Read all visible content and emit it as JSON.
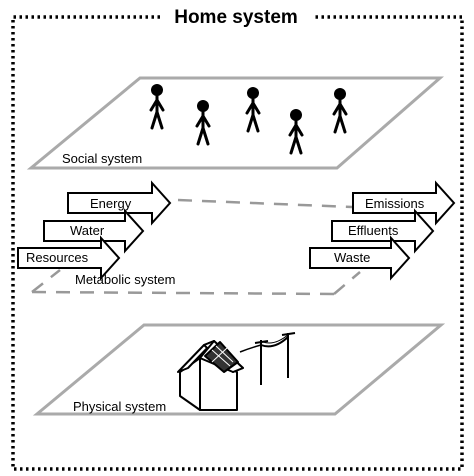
{
  "title": "Home system",
  "layers": {
    "social": {
      "label": "Social system"
    },
    "metabolic": {
      "label": "Metabolic system"
    },
    "physical": {
      "label": "Physical system"
    }
  },
  "inputs": [
    {
      "label": "Energy"
    },
    {
      "label": "Water"
    },
    {
      "label": "Resources"
    }
  ],
  "outputs": [
    {
      "label": "Emissions"
    },
    {
      "label": "Effluents"
    },
    {
      "label": "Waste"
    }
  ],
  "icons": {
    "people": "person-icon",
    "house": "house-with-solar-panel-icon",
    "power": "power-pole-icon"
  },
  "colors": {
    "stroke": "#000000",
    "plane": "#aaaaaa",
    "metabolic_dash": "#999999",
    "background": "#ffffff"
  }
}
